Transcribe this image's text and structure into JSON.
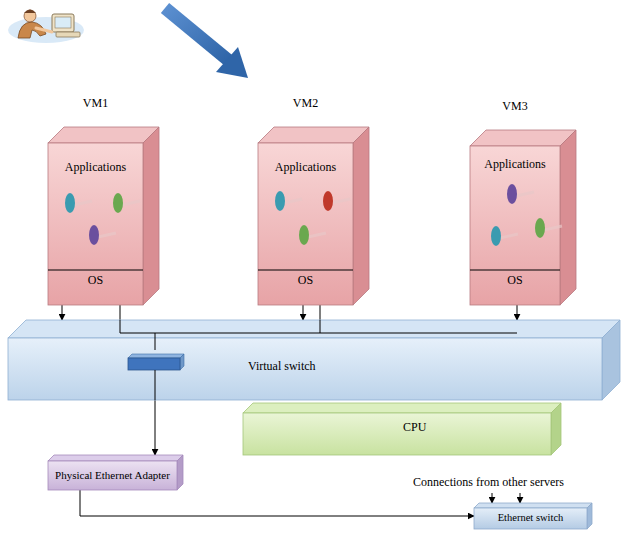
{
  "diagram": {
    "nodes": [
      {
        "text": [
          "VM1",
          "Applications",
          "OS"
        ]
      },
      {
        "text": [
          "VM2",
          "Applications",
          "OS"
        ]
      },
      {
        "text": [
          "VM3",
          "Applications",
          "OS"
        ]
      },
      {
        "text": [
          "Virtual switch"
        ]
      },
      {
        "text": [
          "CPU"
        ]
      },
      {
        "text": [
          "Physical Ethernet Adapter"
        ]
      },
      {
        "text": [
          "Ethernet switch"
        ]
      }
    ],
    "edges": [
      {
        "from": 0,
        "to": 3,
        "arrow": "to"
      },
      {
        "from": 1,
        "to": 3,
        "arrow": "to"
      },
      {
        "from": 2,
        "to": 3,
        "arrow": "to"
      },
      {
        "from": 3,
        "to": 5,
        "arrow": "to"
      },
      {
        "from": 5,
        "to": 6,
        "arrow": "to"
      }
    ],
    "labels": [
      "Connections from other servers"
    ]
  }
}
